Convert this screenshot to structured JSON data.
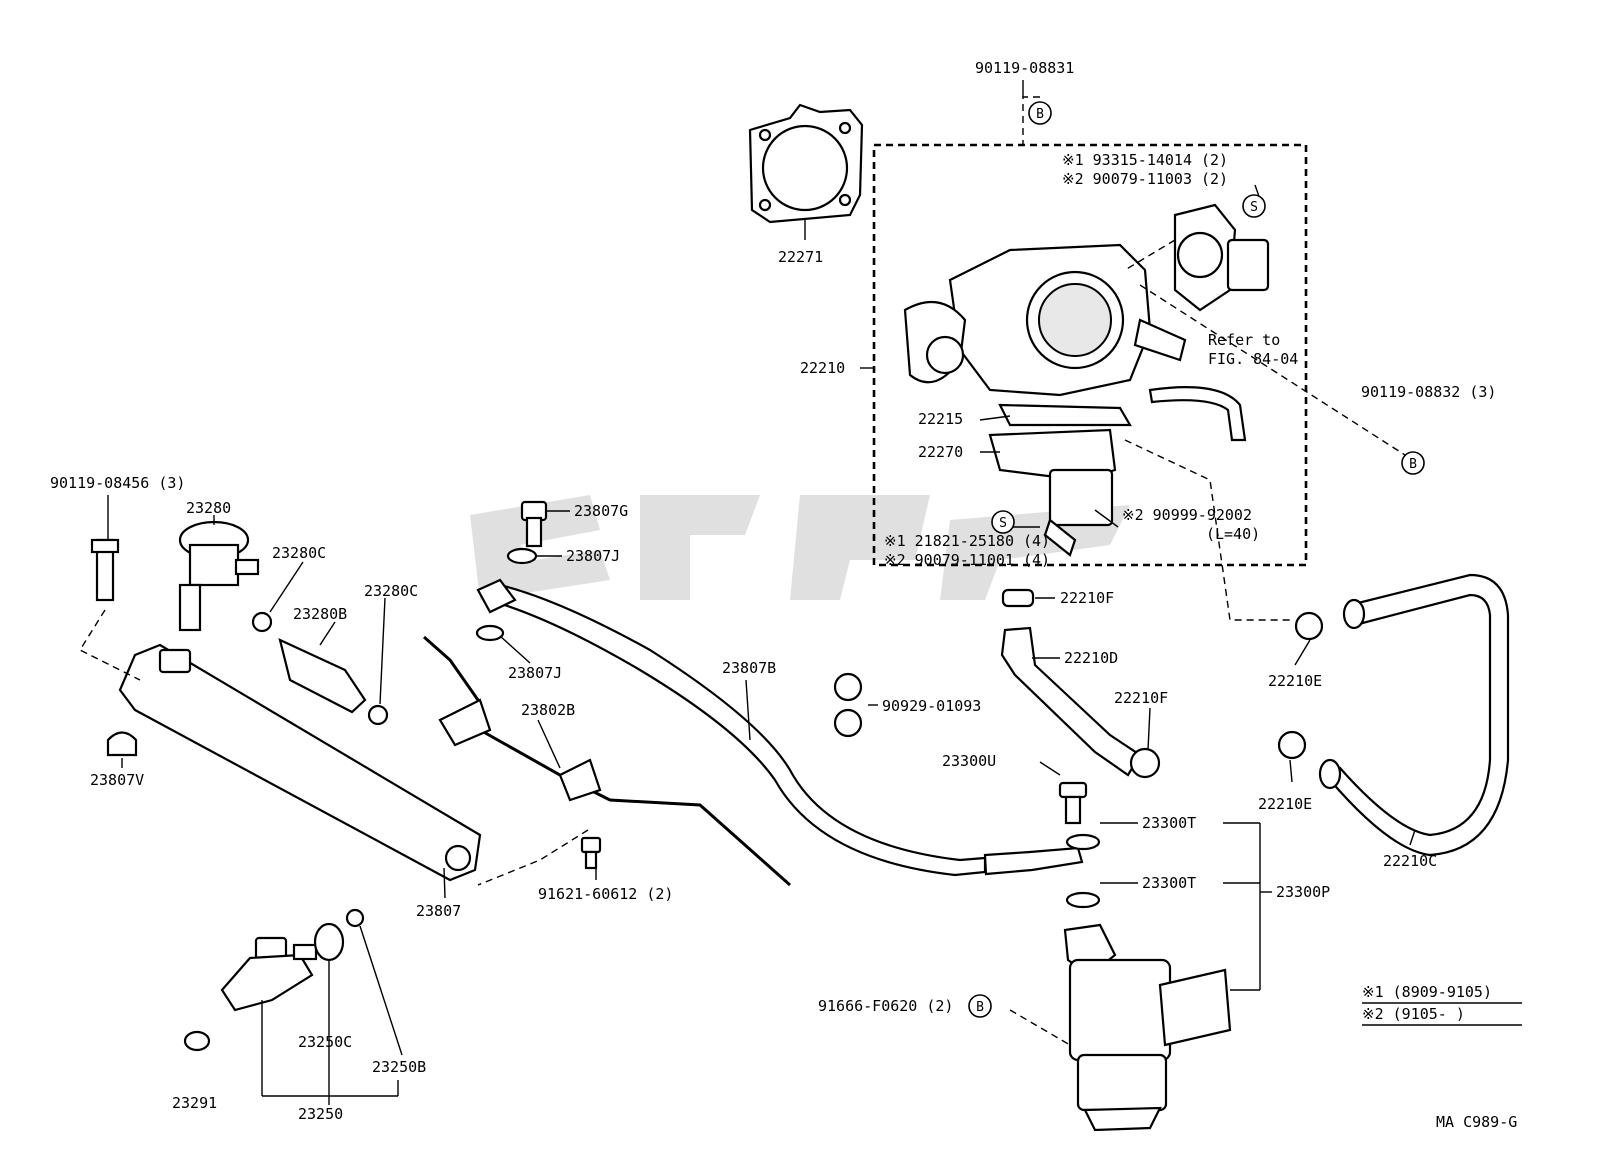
{
  "figure_code": "MA C989-G",
  "parts": {
    "p22271": "22271",
    "p22210": "22210",
    "p22215": "22215",
    "p22270": "22270",
    "p90119_08831": "90119-08831",
    "p90119_08832": "90119-08832 (3)",
    "p90119_08456": "90119-08456 (3)",
    "p23280": "23280",
    "p23280c_a": "23280C",
    "p23280c_b": "23280C",
    "p23280b": "23280B",
    "p23807g": "23807G",
    "p23807j_a": "23807J",
    "p23807j_b": "23807J",
    "p23807b": "23807B",
    "p23802b": "23802B",
    "p23807v": "23807V",
    "p23807": "23807",
    "p91621": "91621-60612 (2)",
    "p90929": "90929-01093",
    "p22210f_a": "22210F",
    "p22210d": "22210D",
    "p22210f_b": "22210F",
    "p22210e_a": "22210E",
    "p22210e_b": "22210E",
    "p22210c": "22210C",
    "p23300u": "23300U",
    "p23300t_a": "23300T",
    "p23300t_b": "23300T",
    "p23300p": "23300P",
    "p91666": "91666-F0620 (2)",
    "p23250c": "23250C",
    "p23250b": "23250B",
    "p23291": "23291",
    "p23250": "23250"
  },
  "notes": {
    "s_top_1": "※1 93315-14014 (2)",
    "s_top_2": "※2 90079-11003 (2)",
    "s_bot_1": "※1 21821-25180 (4)",
    "s_bot_2": "※2 90079-11001 (4)",
    "hose_1": "※2 90999-92002",
    "hose_2": "(L=40)",
    "refer_1": "Refer to",
    "refer_2": "FIG. 84-04"
  },
  "legend": {
    "row1": "※1 (8909-9105)",
    "row2": "※2 (9105-       )"
  },
  "badges": {
    "b": "B",
    "s": "S"
  }
}
